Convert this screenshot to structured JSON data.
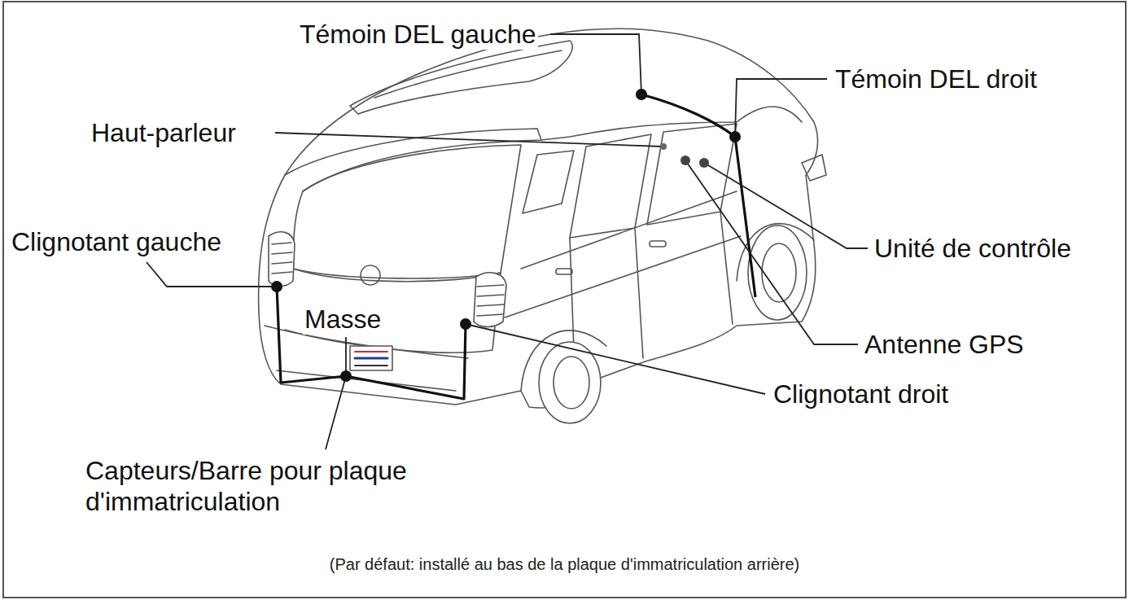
{
  "diagram": {
    "caption": "(Par défaut: installé au bas de la plaque d'immatriculation arrière)",
    "labels": [
      "Témoin DEL gauche",
      "Témoin DEL droit",
      "Haut-parleur",
      "Clignotant gauche",
      "Unité de contrôle",
      "Masse",
      "Antenne GPS",
      "Clignotant droit",
      "Capteurs/Barre pour plaque d'immatriculation"
    ]
  }
}
